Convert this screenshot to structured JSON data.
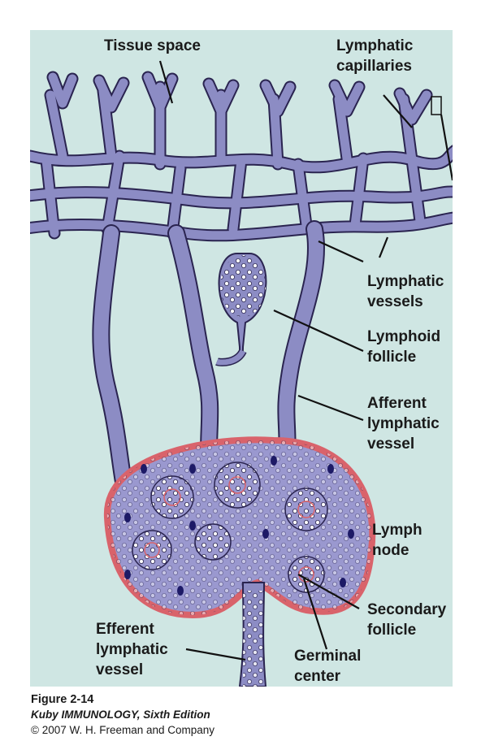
{
  "labels": {
    "tissue_space": "Tissue space",
    "lymphatic_capillaries": "Lymphatic\ncapillaries",
    "lymphatic_vessels": "Lymphatic\nvessels",
    "lymphoid_follicle": "Lymphoid\nfollicle",
    "afferent_vessel": "Afferent\nlymphatic\nvessel",
    "lymph_node": "Lymph\nnode",
    "secondary_follicle": "Secondary\nfollicle",
    "germinal_center": "Germinal\ncenter",
    "efferent_vessel": "Efferent\nlymphatic\nvessel"
  },
  "caption": {
    "figure": "Figure 2-14",
    "book": "Kuby IMMUNOLOGY, Sixth Edition",
    "copyright": "© 2007 W. H. Freeman and Company"
  },
  "colors": {
    "background": "#cfe6e3",
    "vessel": "#8c8cc4",
    "vessel_outline": "#2a2450",
    "node_capsule": "#d9636b",
    "node_interior": "#9a98cf",
    "dark_cell": "#1d1a66"
  }
}
